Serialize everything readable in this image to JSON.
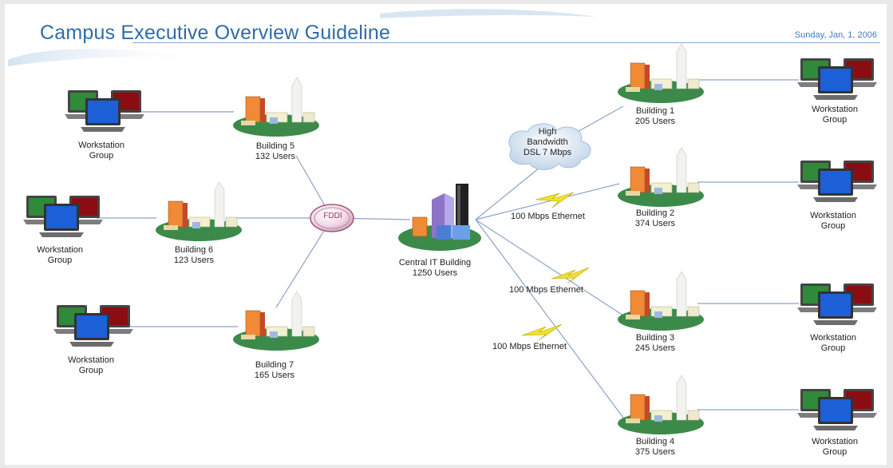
{
  "header": {
    "title": "Campus Executive Overview Guideline",
    "date": "Sunday, Jan, 1, 2006"
  },
  "hub": {
    "label": "FDDI"
  },
  "central": {
    "name": "Central IT Building",
    "users": "1250 Users"
  },
  "cloud": {
    "line1": "High",
    "line2": "Bandwidth",
    "line3": "DSL 7 Mbps"
  },
  "ethernet_labels": [
    "100 Mbps Ethernet",
    "100 Mbps Ethernet",
    "100 Mbps Ethernet"
  ],
  "buildings": [
    {
      "name": "Building 1",
      "users": "205 Users"
    },
    {
      "name": "Building 2",
      "users": "374 Users"
    },
    {
      "name": "Building 3",
      "users": "245 Users"
    },
    {
      "name": "Building 4",
      "users": "375 Users"
    },
    {
      "name": "Building 5",
      "users": "132 Users"
    },
    {
      "name": "Building 6",
      "users": "123 Users"
    },
    {
      "name": "Building 7",
      "users": "165 Users"
    }
  ],
  "workstations": [
    {
      "line1": "Workstation",
      "line2": "Group"
    },
    {
      "line1": "Workstation",
      "line2": "Group"
    },
    {
      "line1": "Workstation",
      "line2": "Group"
    },
    {
      "line1": "Workstation",
      "line2": "Group"
    },
    {
      "line1": "Workstation",
      "line2": "Group"
    },
    {
      "line1": "Workstation",
      "line2": "Group"
    },
    {
      "line1": "Workstation",
      "line2": "Group"
    }
  ],
  "colors": {
    "title": "#2f6ca8",
    "ground": "#3c8a4a",
    "monitor_red": "#8b0d12",
    "monitor_green": "#2f8a3a",
    "monitor_blue": "#1d5fd6",
    "lightning": "#f2e12a",
    "wire": "#8aa4c8"
  }
}
